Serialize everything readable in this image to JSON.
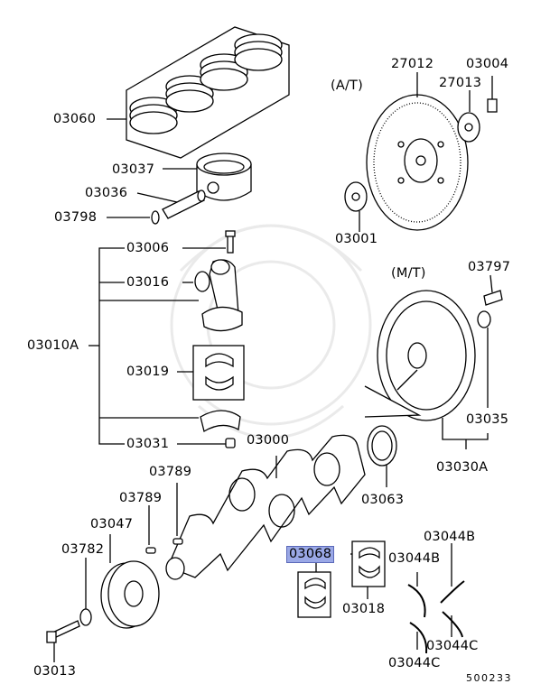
{
  "diagram_code": "500233",
  "variants": {
    "at": "(A/T)",
    "mt": "(M/T)"
  },
  "parts": {
    "p03060": "03060",
    "p03037": "03037",
    "p03036": "03036",
    "p03798": "03798",
    "p03006": "03006",
    "p03016": "03016",
    "p03010A": "03010A",
    "p03019": "03019",
    "p03031": "03031",
    "p27012": "27012",
    "p03004": "03004",
    "p27013": "27013",
    "p03001": "03001",
    "p03797": "03797",
    "p03035": "03035",
    "p03030A": "03030A",
    "p03000": "03000",
    "p03063": "03063",
    "p03789a": "03789",
    "p03789b": "03789",
    "p03047": "03047",
    "p03782": "03782",
    "p03068": "03068",
    "p03018": "03018",
    "p03044B_1": "03044B",
    "p03044B_2": "03044B",
    "p03044C_1": "03044C",
    "p03044C_2": "03044C",
    "p03013": "03013"
  },
  "highlight_color": "#9aa8e6"
}
